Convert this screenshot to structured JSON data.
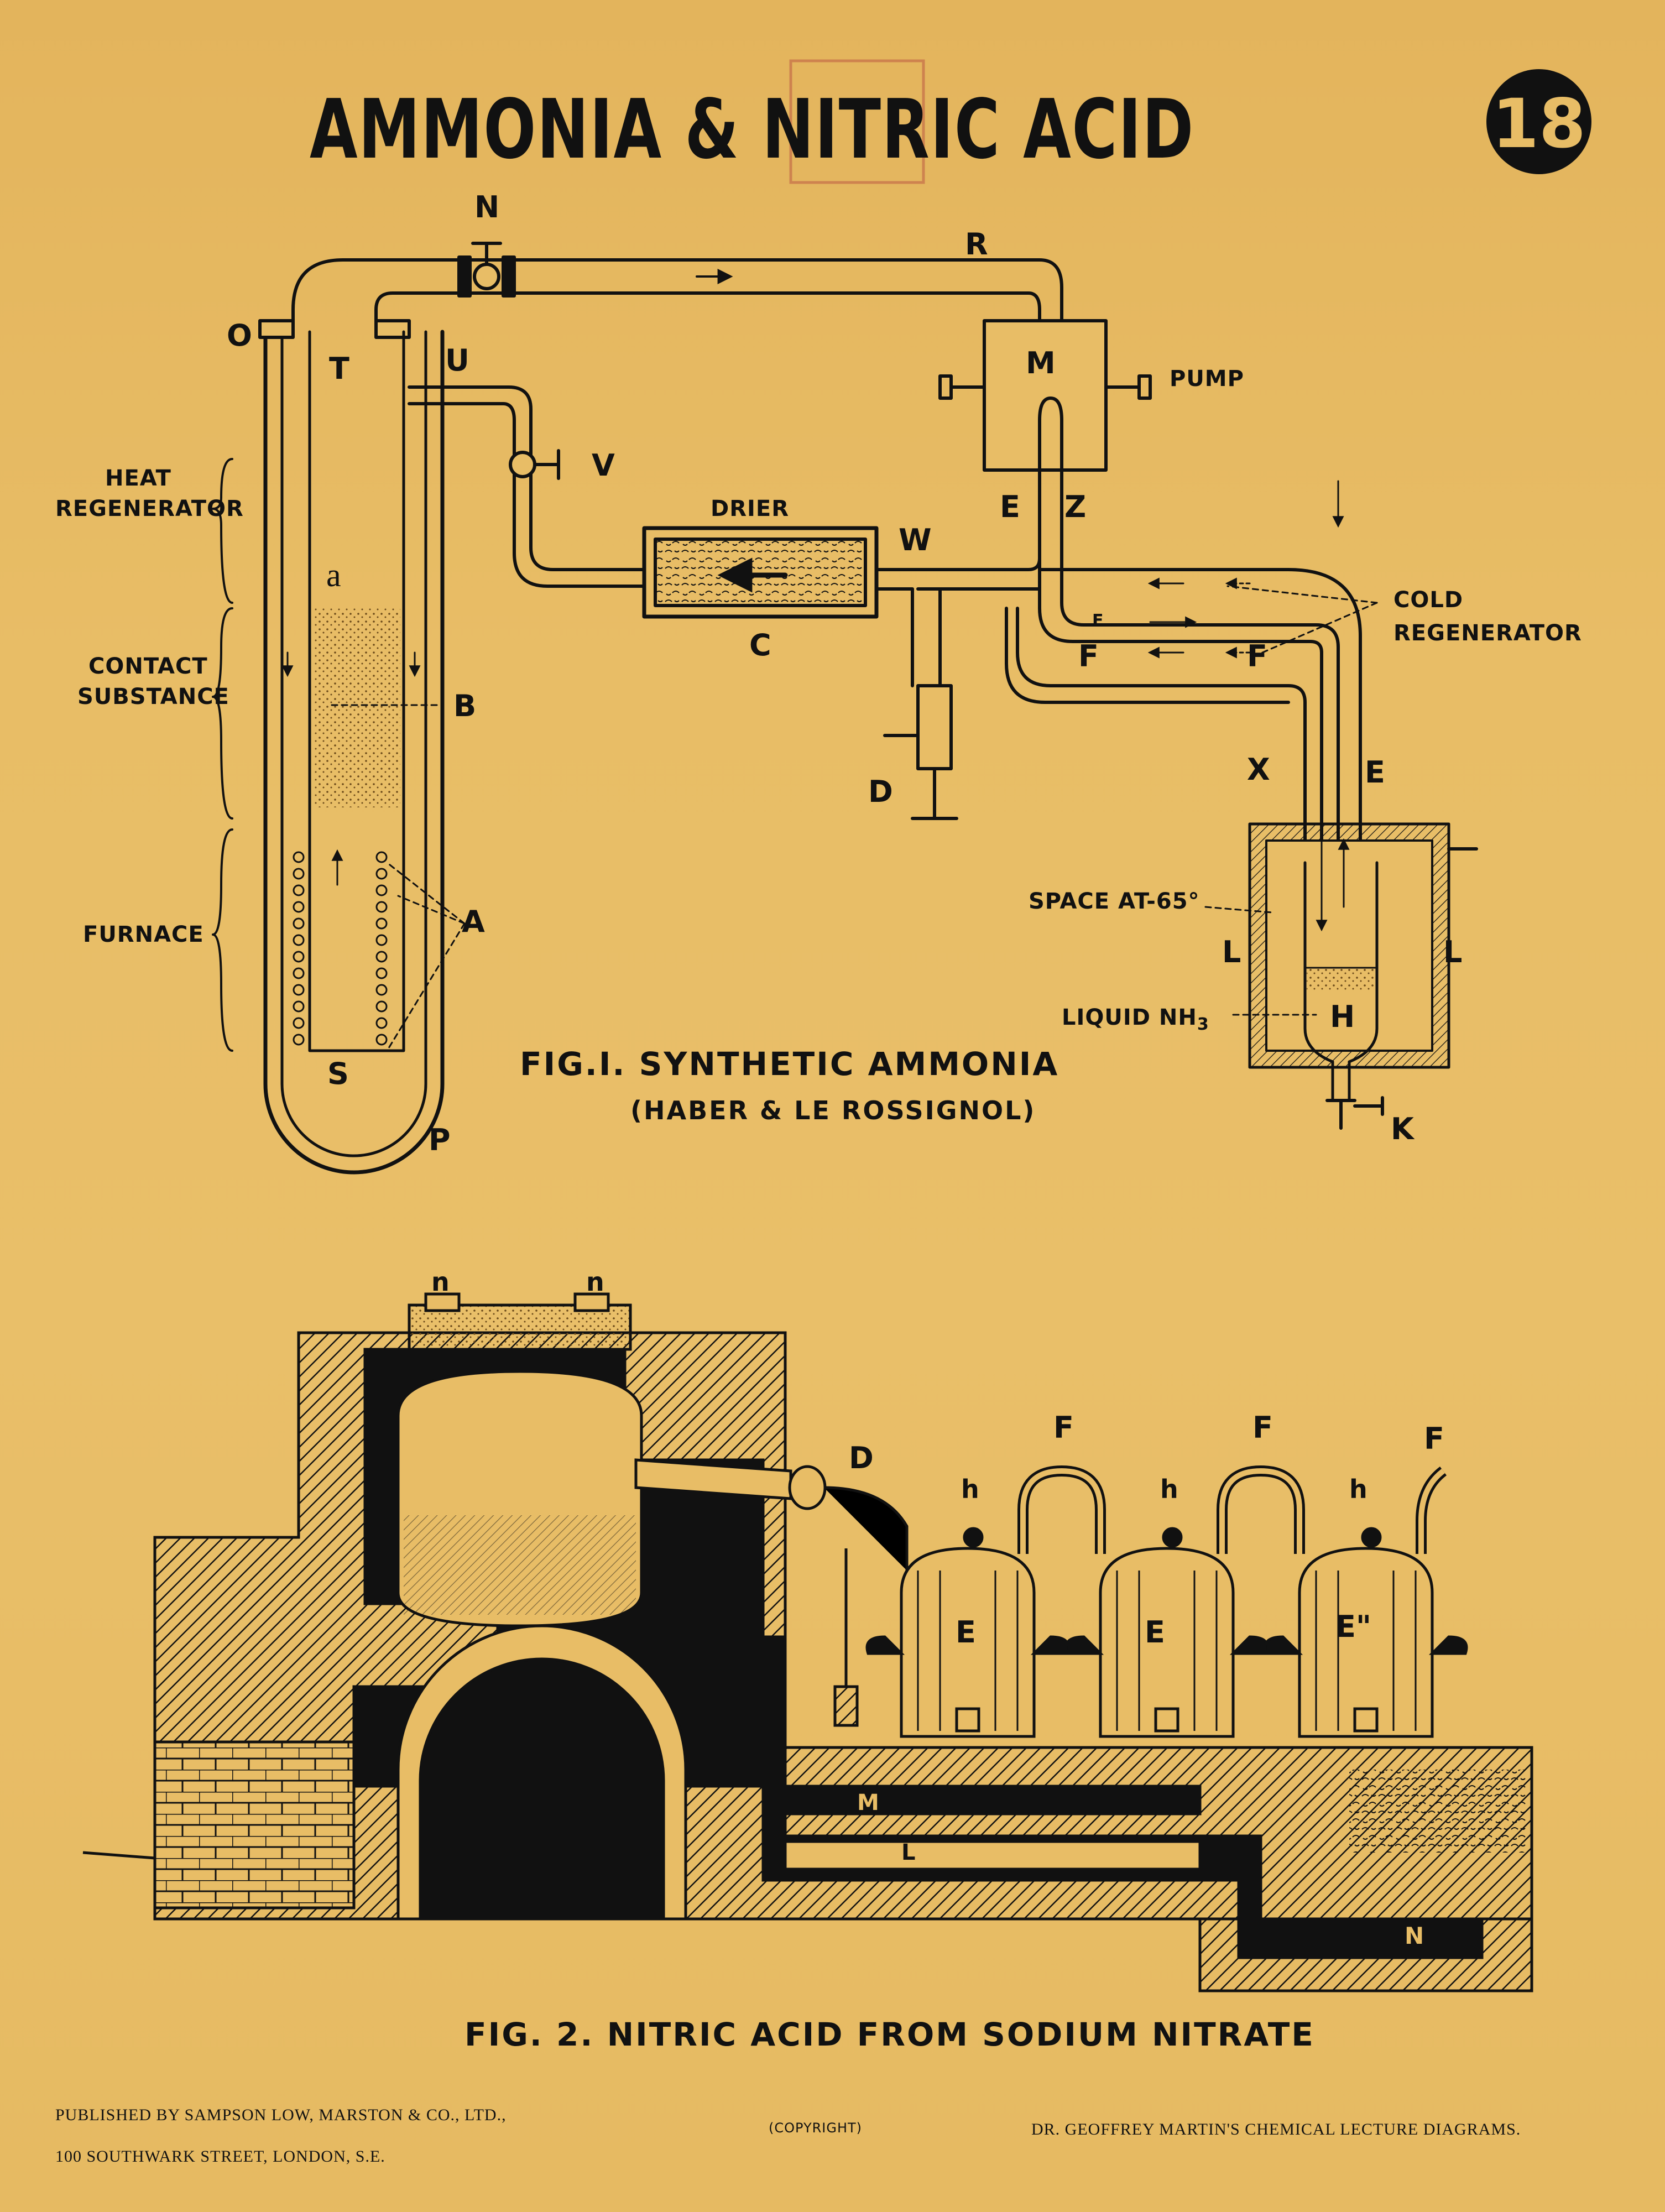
{
  "poster": {
    "title": "AMMONIA & NITRIC ACID",
    "number": "18"
  },
  "fig1": {
    "caption": "FIG.I. SYNTHETIC AMMONIA",
    "subcaption": "(HABER & LE ROSSIGNOL)",
    "labels": {
      "heat_regenerator_1": "HEAT",
      "heat_regenerator_2": "REGENERATOR",
      "contact_1": "CONTACT",
      "contact_2": "SUBSTANCE",
      "furnace": "FURNACE",
      "drier": "DRIER",
      "pump": "PUMP",
      "cold_1": "COLD",
      "cold_2": "REGENERATOR",
      "space": "SPACE AT-65°",
      "liquid_nh": "LIQUID NH",
      "liquid_sub": "3"
    },
    "letters": {
      "N": "N",
      "R": "R",
      "O": "O",
      "T": "T",
      "U": "U",
      "M": "M",
      "V": "V",
      "E": "E",
      "Z": "Z",
      "W": "W",
      "C": "C",
      "a": "a",
      "B": "B",
      "E_small": "E",
      "F1": "F",
      "F2": "F",
      "X": "X",
      "E2": "E",
      "D": "D",
      "A": "A",
      "L1": "L",
      "L2": "L",
      "H": "H",
      "S": "S",
      "P": "P",
      "K": "K"
    }
  },
  "fig2": {
    "caption": "FIG. 2. NITRIC ACID FROM SODIUM NITRATE",
    "letters": {
      "n1": "n",
      "n2": "n",
      "D": "D",
      "F1": "F",
      "F2": "F",
      "F3": "F",
      "h1": "h",
      "h2": "h",
      "h3": "h",
      "E1": "E",
      "E2": "E",
      "E3": "E\"",
      "M": "M",
      "L": "L",
      "N": "N"
    }
  },
  "footer": {
    "publisher": "PUBLISHED BY SAMPSON LOW, MARSTON & CO., LTD.,",
    "address": "100 SOUTHWARK STREET, LONDON, S.E.",
    "copyright": "(COPYRIGHT)",
    "series": "DR. GEOFFREY MARTIN'S CHEMICAL LECTURE DIAGRAMS."
  }
}
